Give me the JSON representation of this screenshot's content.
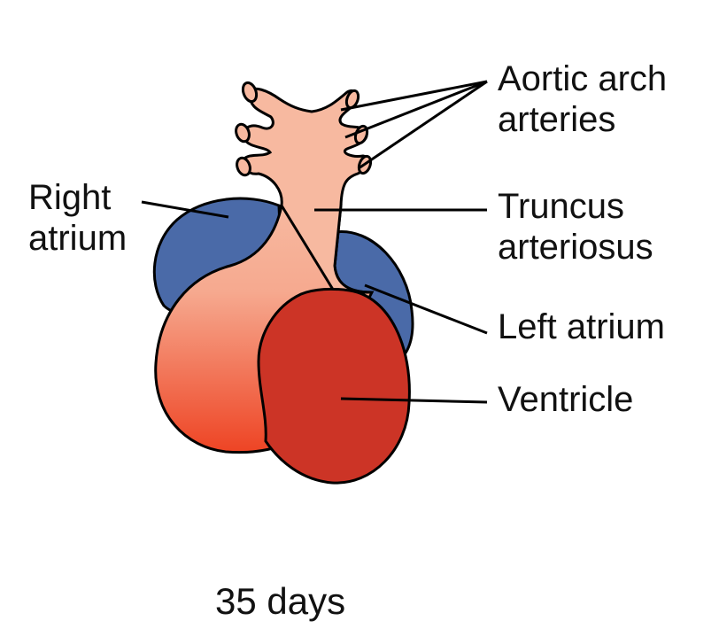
{
  "labels": {
    "aortic_arch_arteries": [
      "Aortic arch",
      "arteries"
    ],
    "right_atrium": [
      "Right",
      "atrium"
    ],
    "truncus_arteriosus": [
      "Truncus",
      "arteriosus"
    ],
    "left_atrium": "Left atrium",
    "ventricle": "Ventricle"
  },
  "caption": "35 days",
  "colors": {
    "atria": "#4a6aa8",
    "ventricle": "#cc3426",
    "truncus": "#f7b9a0",
    "bulbus_bottom": "#ee4424",
    "outline": "#000000"
  }
}
